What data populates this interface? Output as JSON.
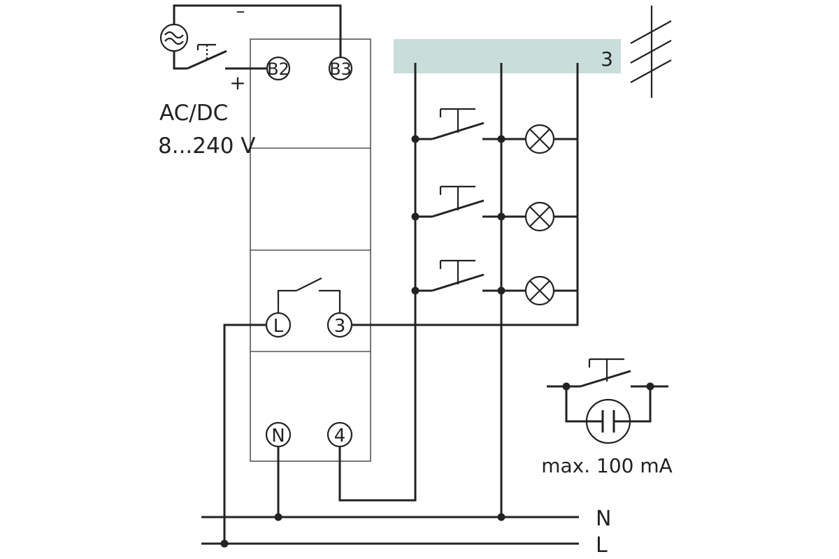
{
  "power_supply": {
    "type_label": "AC/DC",
    "voltage_label": "8...240 V",
    "minus_sign": "–",
    "plus_sign": "+",
    "symbol_icon": "ac-dc-source-icon"
  },
  "device": {
    "terminals": {
      "b2": "B2",
      "b3": "B3",
      "l": "L",
      "t3": "3",
      "n": "N",
      "t4": "4"
    }
  },
  "bus": {
    "label": "3",
    "color": "#c9dedb"
  },
  "lines": {
    "n_label": "N",
    "l_label": "L"
  },
  "legend": {
    "max_current": "max. 100 mA"
  }
}
